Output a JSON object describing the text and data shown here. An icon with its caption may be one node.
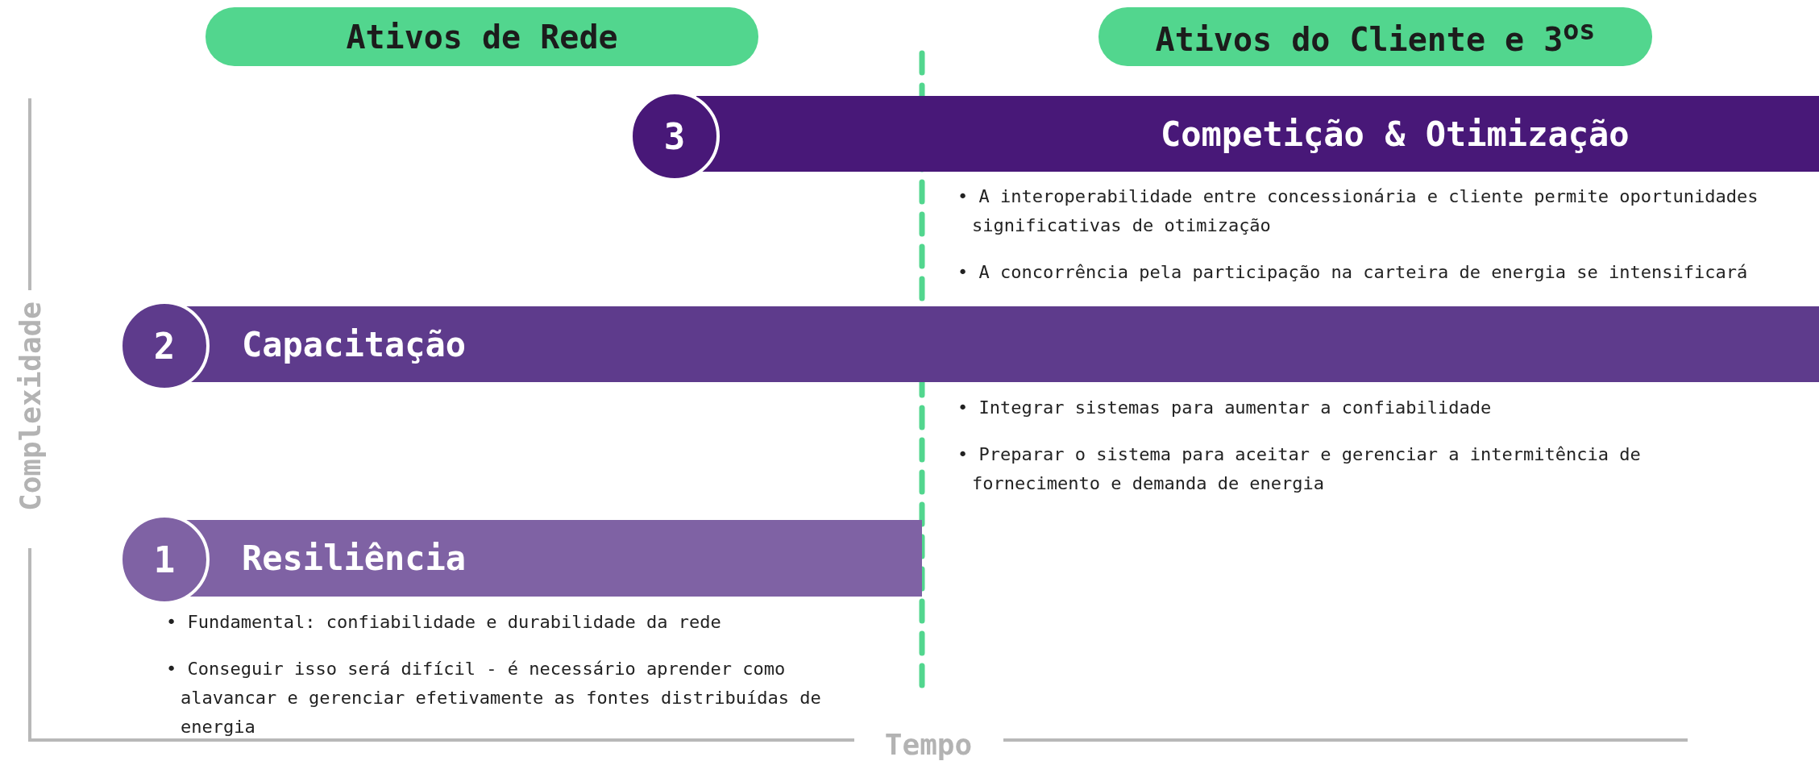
{
  "diagram": {
    "nodes": [
      {
        "text": [
          "Ativos de Rede"
        ]
      },
      {
        "text": [
          "Ativos do Cliente e 3$^{os}$"
        ]
      },
      {
        "text": [
          "3"
        ]
      },
      {
        "text": [
          "Competição & Otimização"
        ],
        "beside": [
          "• A interoperabilidade entre concessionária e cliente permite oportunidades significativas de otimização",
          "• A concorrência pela participação na carteira de energia se intensificará"
        ]
      },
      {
        "text": [
          "2"
        ]
      },
      {
        "text": [
          "Capacitação"
        ],
        "beside": [
          "• Integrar sistemas para aumentar a confiabilidade",
          "• Preparar o sistema para aceitar e gerenciar a intermitência de fornecimento e demanda de energia"
        ]
      },
      {
        "text": [
          "1"
        ]
      },
      {
        "text": [
          "Resiliência"
        ],
        "beside": [
          "• Fundamental: confiabilidade e durabilidade da rede",
          "• Conseguir isso será difícil - é necessário aprender como alavancar e gerenciar efetivamente as fontes distribuídas de energia"
        ]
      }
    ],
    "edges": [],
    "labels": [
      "Complexidade",
      "Tempo"
    ]
  }
}
